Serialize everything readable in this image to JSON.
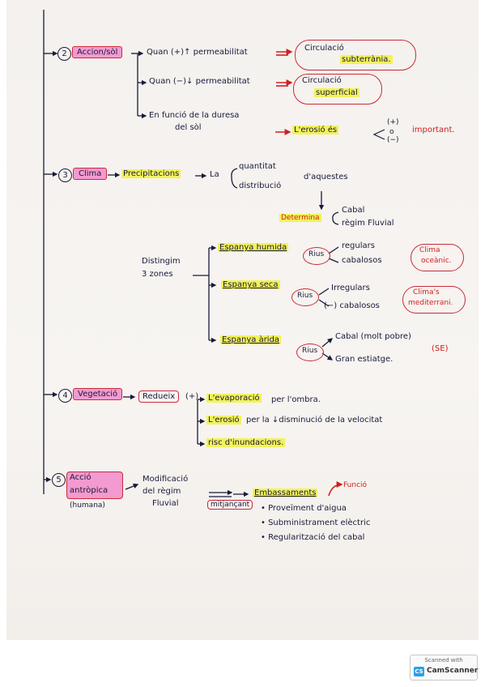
{
  "s2": {
    "num": "2",
    "title": "Accion/sòl",
    "a1": "Quan (+)↑ permeabilitat",
    "a1_res_1": "Circulació",
    "a1_res_2": "subterrània.",
    "a2": "Quan (−)↓ permeabilitat",
    "a2_res_1": "Circulació",
    "a2_res_2": "superficial",
    "a3_1": "En funció de la duresa",
    "a3_2": "del sòl",
    "a3_res": "L'erosió és",
    "a3_plus": "(+)",
    "a3_zero": "o",
    "a3_minus": "(−)",
    "a3_imp": "important."
  },
  "s3": {
    "num": "3",
    "title": "Clima",
    "prec": "Precipitacions",
    "la": "La",
    "quant": "quantitat",
    "distr": "distribució",
    "daq": "d'aquestes",
    "det": "Determina",
    "cabal": "Cabal",
    "regim": "règim Fluvial",
    "dist_1": "Distingim",
    "dist_2": "3 zones",
    "z1": "Espanya humida",
    "z1_rius": "Rius",
    "z1_a": "regulars",
    "z1_b": "cabalosos",
    "z1_clima_1": "Clima",
    "z1_clima_2": "oceànic.",
    "z2": "Espanya seca",
    "z2_rius": "Rius",
    "z2_a": "Irregulars",
    "z2_b": "(−) cabalosos",
    "z2_clima_1": "Clima's",
    "z2_clima_2": "mediterrani.",
    "z3": "Espanya àrida",
    "z3_rius": "Rius",
    "z3_a": "Cabal (molt pobre)",
    "z3_b": "Gran estiatge.",
    "z3_se": "(SE)"
  },
  "s4": {
    "num": "4",
    "title": "Vegetació",
    "red": "Redueix",
    "plus": "(+)",
    "b1": "L'evaporació",
    "b1_rest": "per l'ombra.",
    "b2": "L'erosió",
    "b2_rest": "per la ↓disminució de la velocitat",
    "b3": "risc d'inundacions."
  },
  "s5": {
    "num": "5",
    "title_1": "Acció",
    "title_2": "antròpica",
    "sub": "(humana)",
    "mod_1": "Modificació",
    "mod_2": "del règim",
    "mod_3": "Fluvial",
    "mitj": "mitjançant",
    "emb": "Embassaments",
    "func": "Funció",
    "f1": "• Proveïment d'aigua",
    "f2": "• Subministrament elèctric",
    "f3": "• Regularització del cabal"
  },
  "footer": {
    "scanned": "Scanned with",
    "app": "CamScanner",
    "logo": "CS"
  }
}
